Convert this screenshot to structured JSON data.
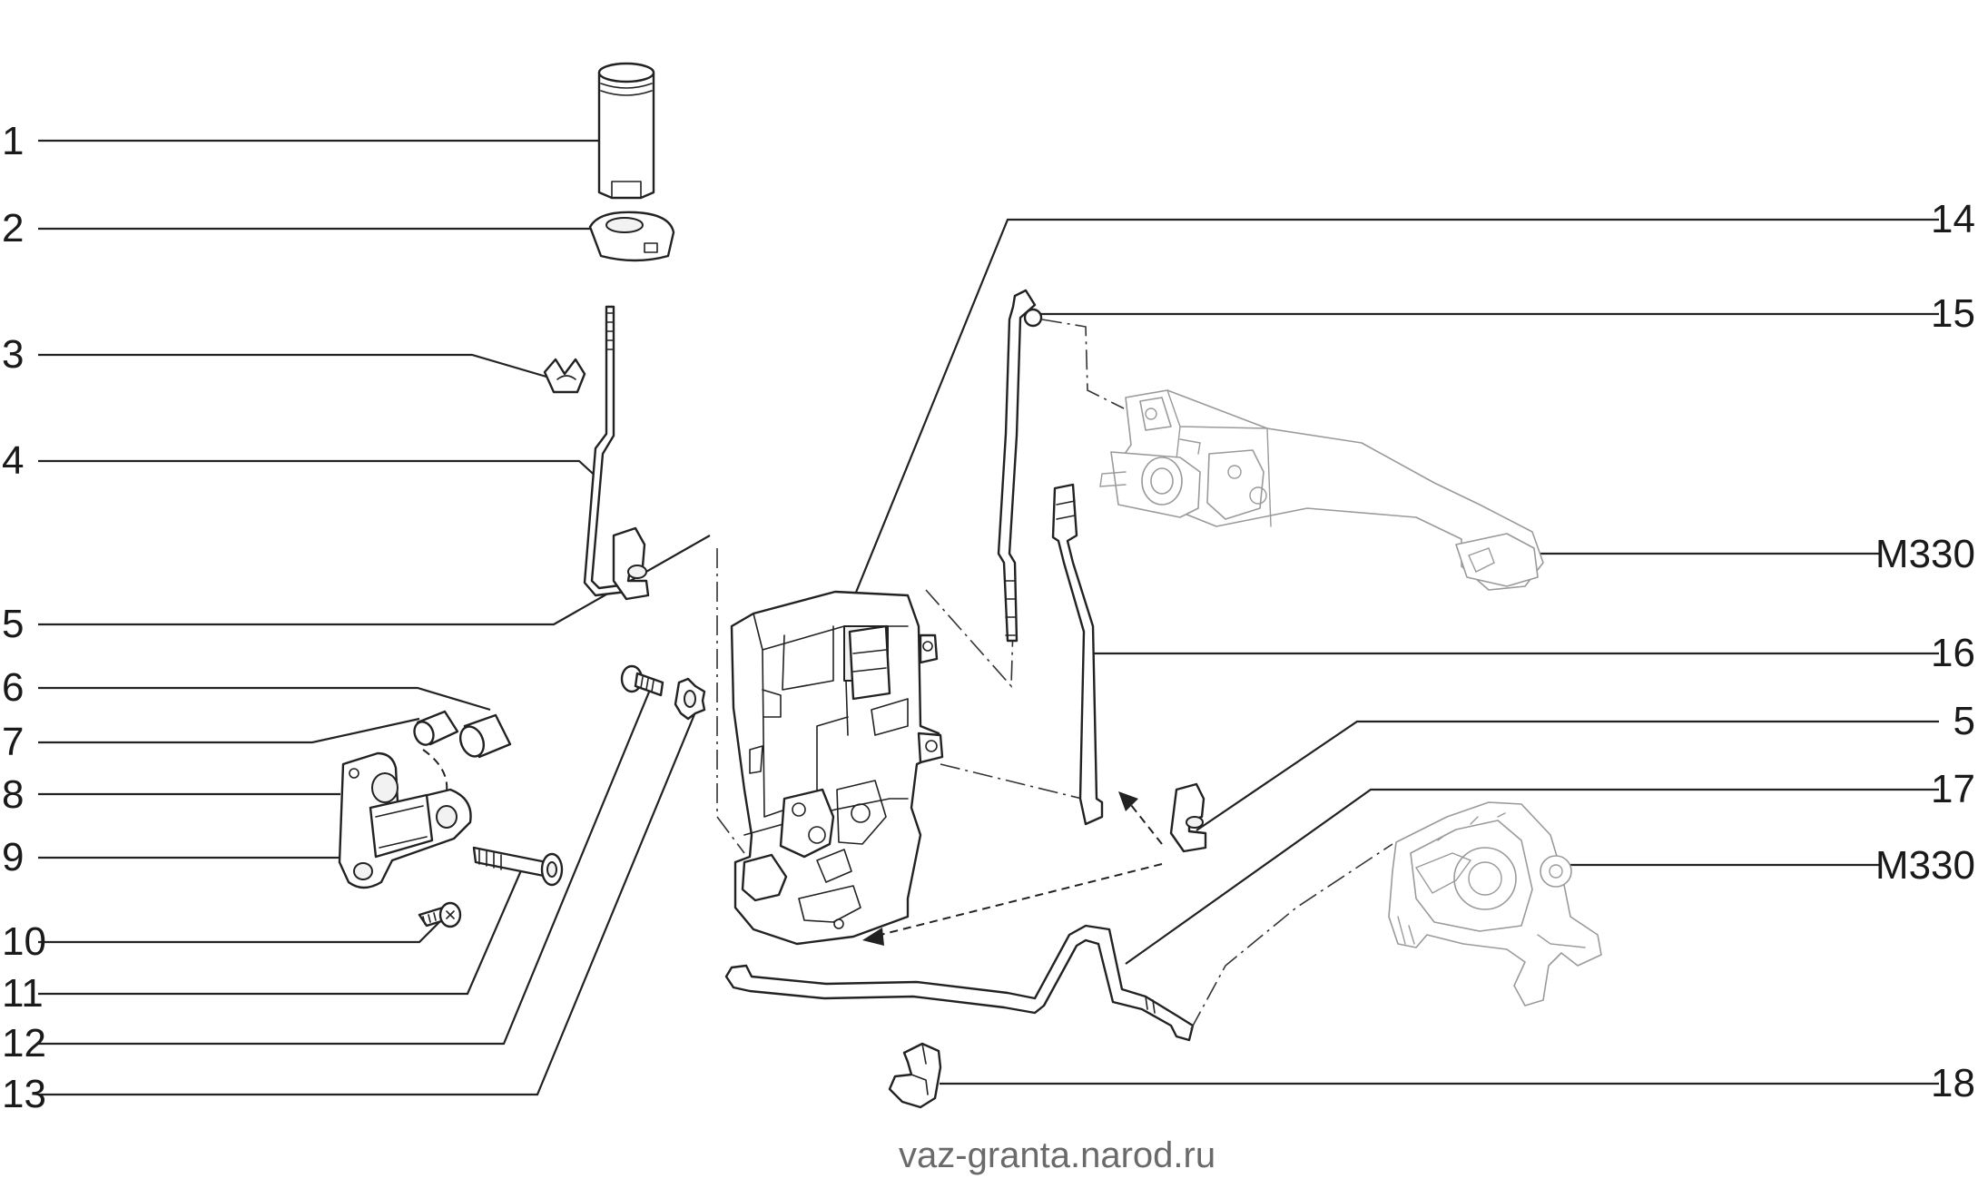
{
  "callouts": {
    "c1": "1",
    "c2": "2",
    "c3": "3",
    "c4": "4",
    "c5a": "5",
    "c6": "6",
    "c7": "7",
    "c8": "8",
    "c9": "9",
    "c10": "10",
    "c11": "11",
    "c12": "12",
    "c13": "13",
    "c14": "14",
    "c15": "15",
    "m330a": "M330",
    "c16": "16",
    "c5b": "5",
    "c17": "17",
    "m330b": "M330",
    "c18": "18"
  },
  "watermark": "vaz-granta.narod.ru"
}
